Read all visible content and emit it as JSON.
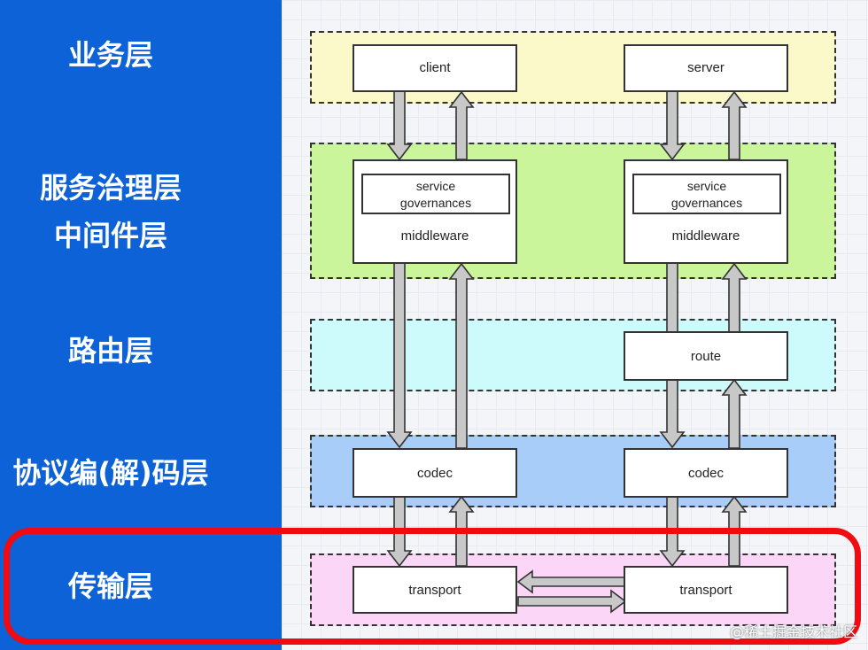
{
  "layers": [
    {
      "label": "业务层"
    },
    {
      "label": "服务治理层"
    },
    {
      "label": "中间件层"
    },
    {
      "label": "路由层"
    },
    {
      "label": "协议编(解)码层"
    },
    {
      "label": "传输层"
    }
  ],
  "boxes": {
    "client": "client",
    "server": "server",
    "left_service": "service",
    "left_governances": "governances",
    "left_middleware": "middleware",
    "right_service": "service",
    "right_governances": "governances",
    "right_middleware": "middleware",
    "route": "route",
    "left_codec": "codec",
    "right_codec": "codec",
    "left_transport": "transport",
    "right_transport": "transport"
  },
  "band_colors": {
    "business": "#fbf8c9",
    "governance": "#caf59a",
    "route": "#cdfbfc",
    "codec": "#a9cdf9",
    "transport": "#fbd6f6"
  },
  "highlight_color": "#f00a12",
  "watermark": "@稀土掘金技术社区"
}
